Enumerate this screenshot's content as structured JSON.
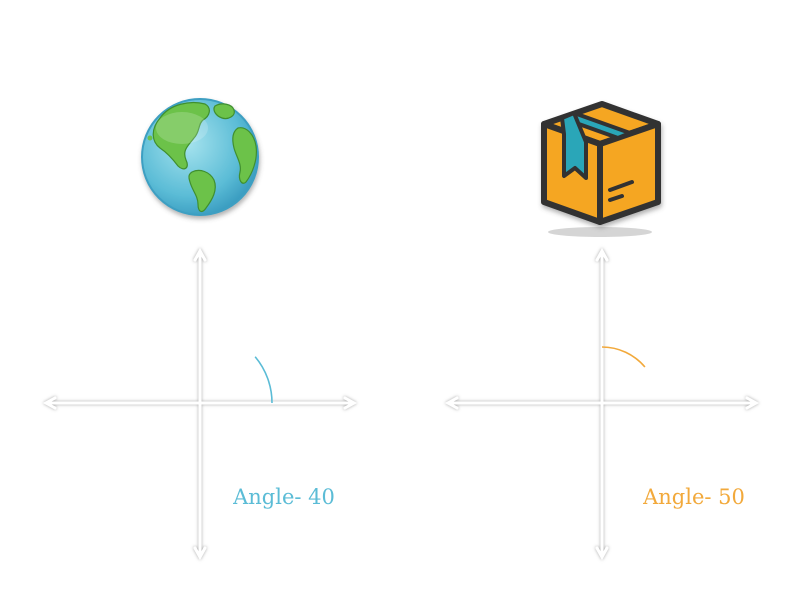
{
  "panels": [
    {
      "icon": "globe-icon",
      "label": "Angle- 40",
      "angle_degrees": 40,
      "color": "#5bbcd6"
    },
    {
      "icon": "package-box-icon",
      "label": "Angle- 50",
      "angle_degrees": 50,
      "color": "#f2a93b"
    }
  ],
  "colors": {
    "axis": "#ffffff",
    "axis_shadow": "#b5b5b5",
    "globe_ocean": "#5bbcd6",
    "globe_land": "#6cc24a",
    "box_body": "#f5a623",
    "box_outline": "#333333",
    "box_tape": "#2aa6b8"
  }
}
